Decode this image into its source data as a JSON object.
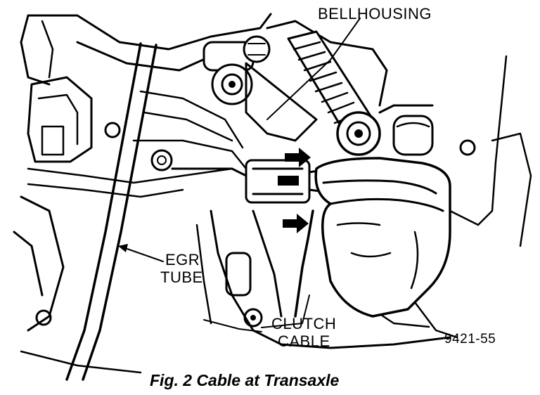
{
  "figure": {
    "labels": {
      "bellhousing": "BELLHOUSING",
      "egr_line1": "EGR",
      "egr_line2": "TUBE",
      "clutch_line1": "CLUTCH",
      "clutch_line2": "CABLE",
      "figure_number": "9421-55"
    },
    "caption": "Fig. 2 Cable at Transaxle",
    "colors": {
      "ink": "#000000",
      "paper": "#ffffff"
    }
  }
}
